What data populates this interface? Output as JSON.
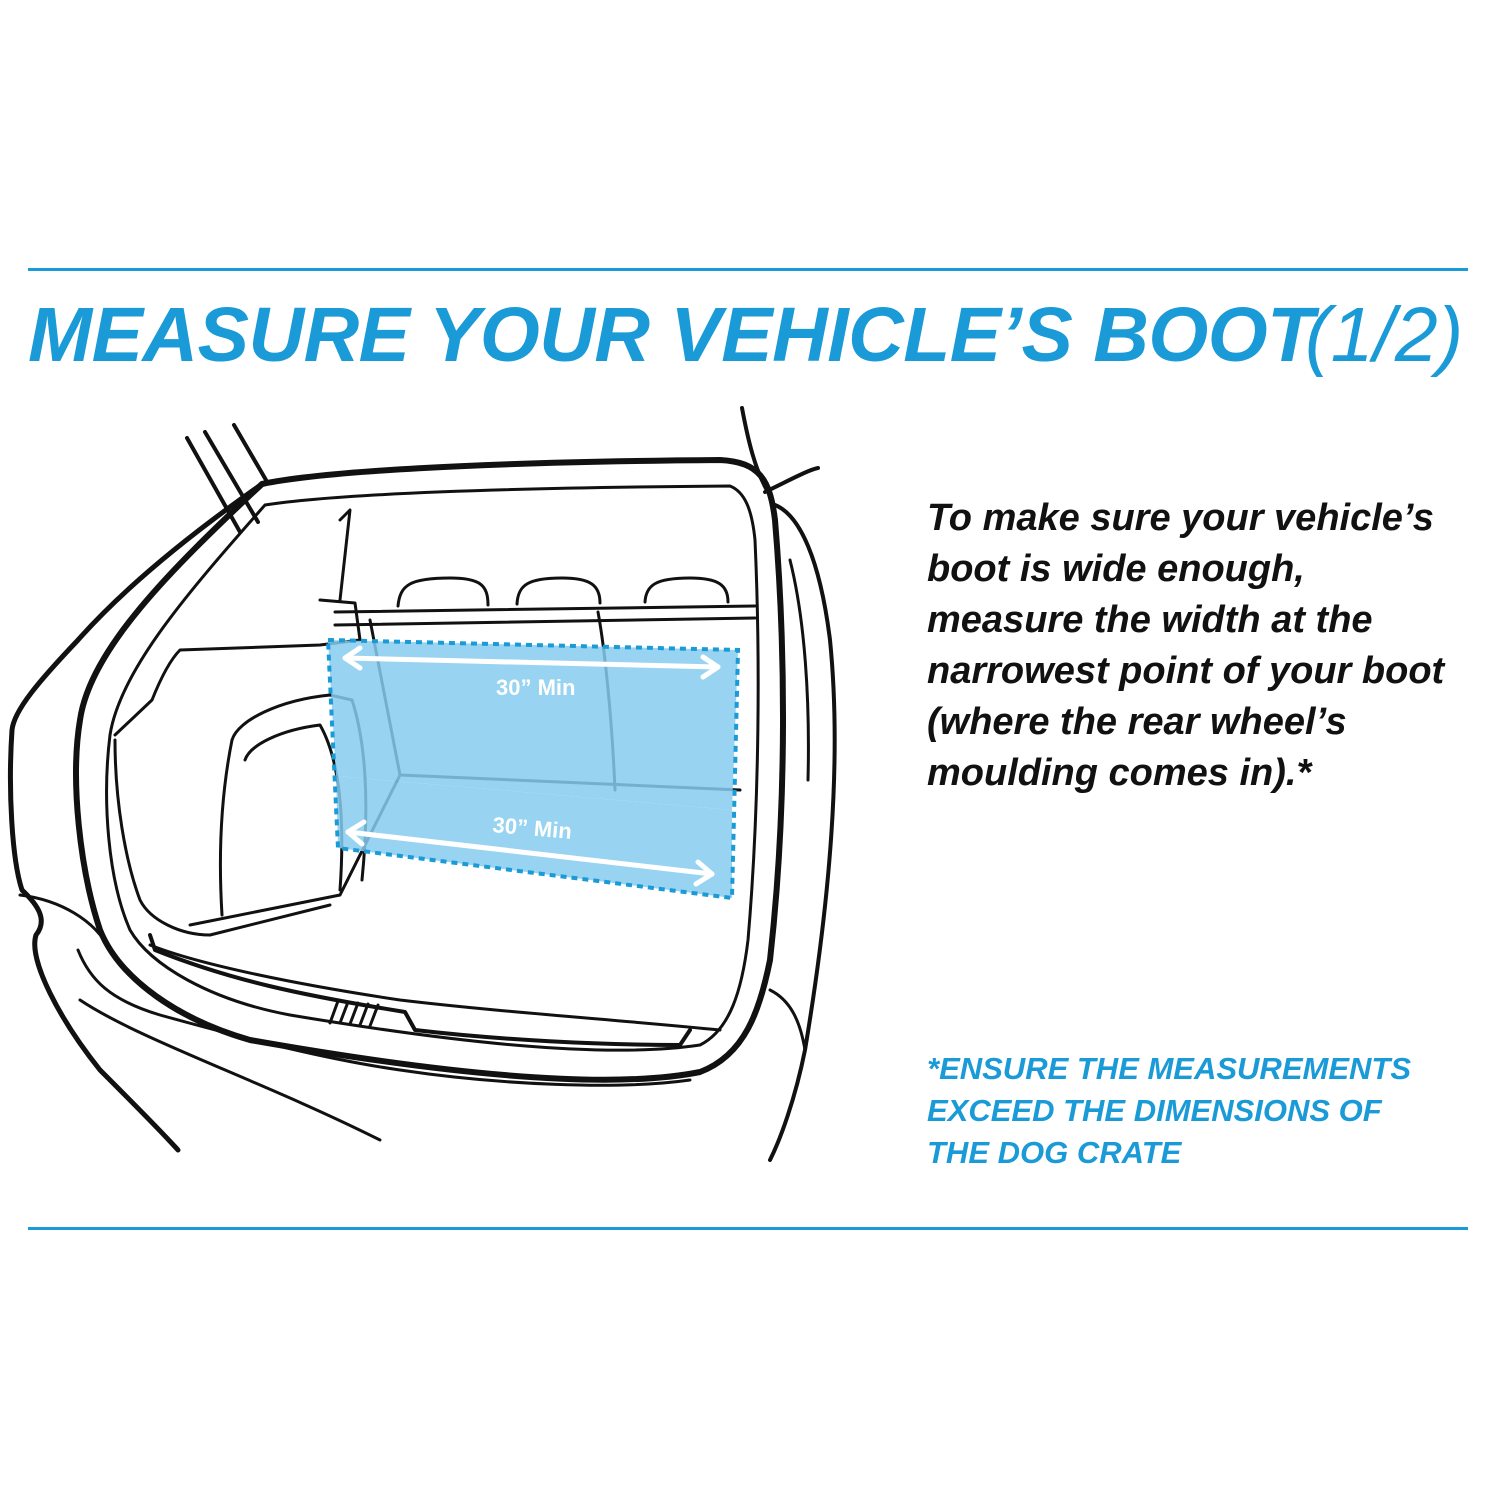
{
  "colors": {
    "accent": "#1a9ad6",
    "highlight_fill": "#86cdef",
    "text": "#111111",
    "background": "#ffffff"
  },
  "title": {
    "main": "MEASURE YOUR VEHICLE’S BOOT",
    "page_indicator": "(1/2)"
  },
  "instructions": "To make sure your vehicle’s\nboot is wide enough,\nmeasure the width at the\nnarrowest point of your boot\n(where the rear wheel’s\nmoulding comes in).*",
  "note": "*ENSURE THE MEASUREMENTS\nEXCEED THE DIMENSIONS OF\nTHE DOG CRATE",
  "illustration": {
    "upper_measurement": "30” Min",
    "lower_measurement": "30” Min"
  }
}
